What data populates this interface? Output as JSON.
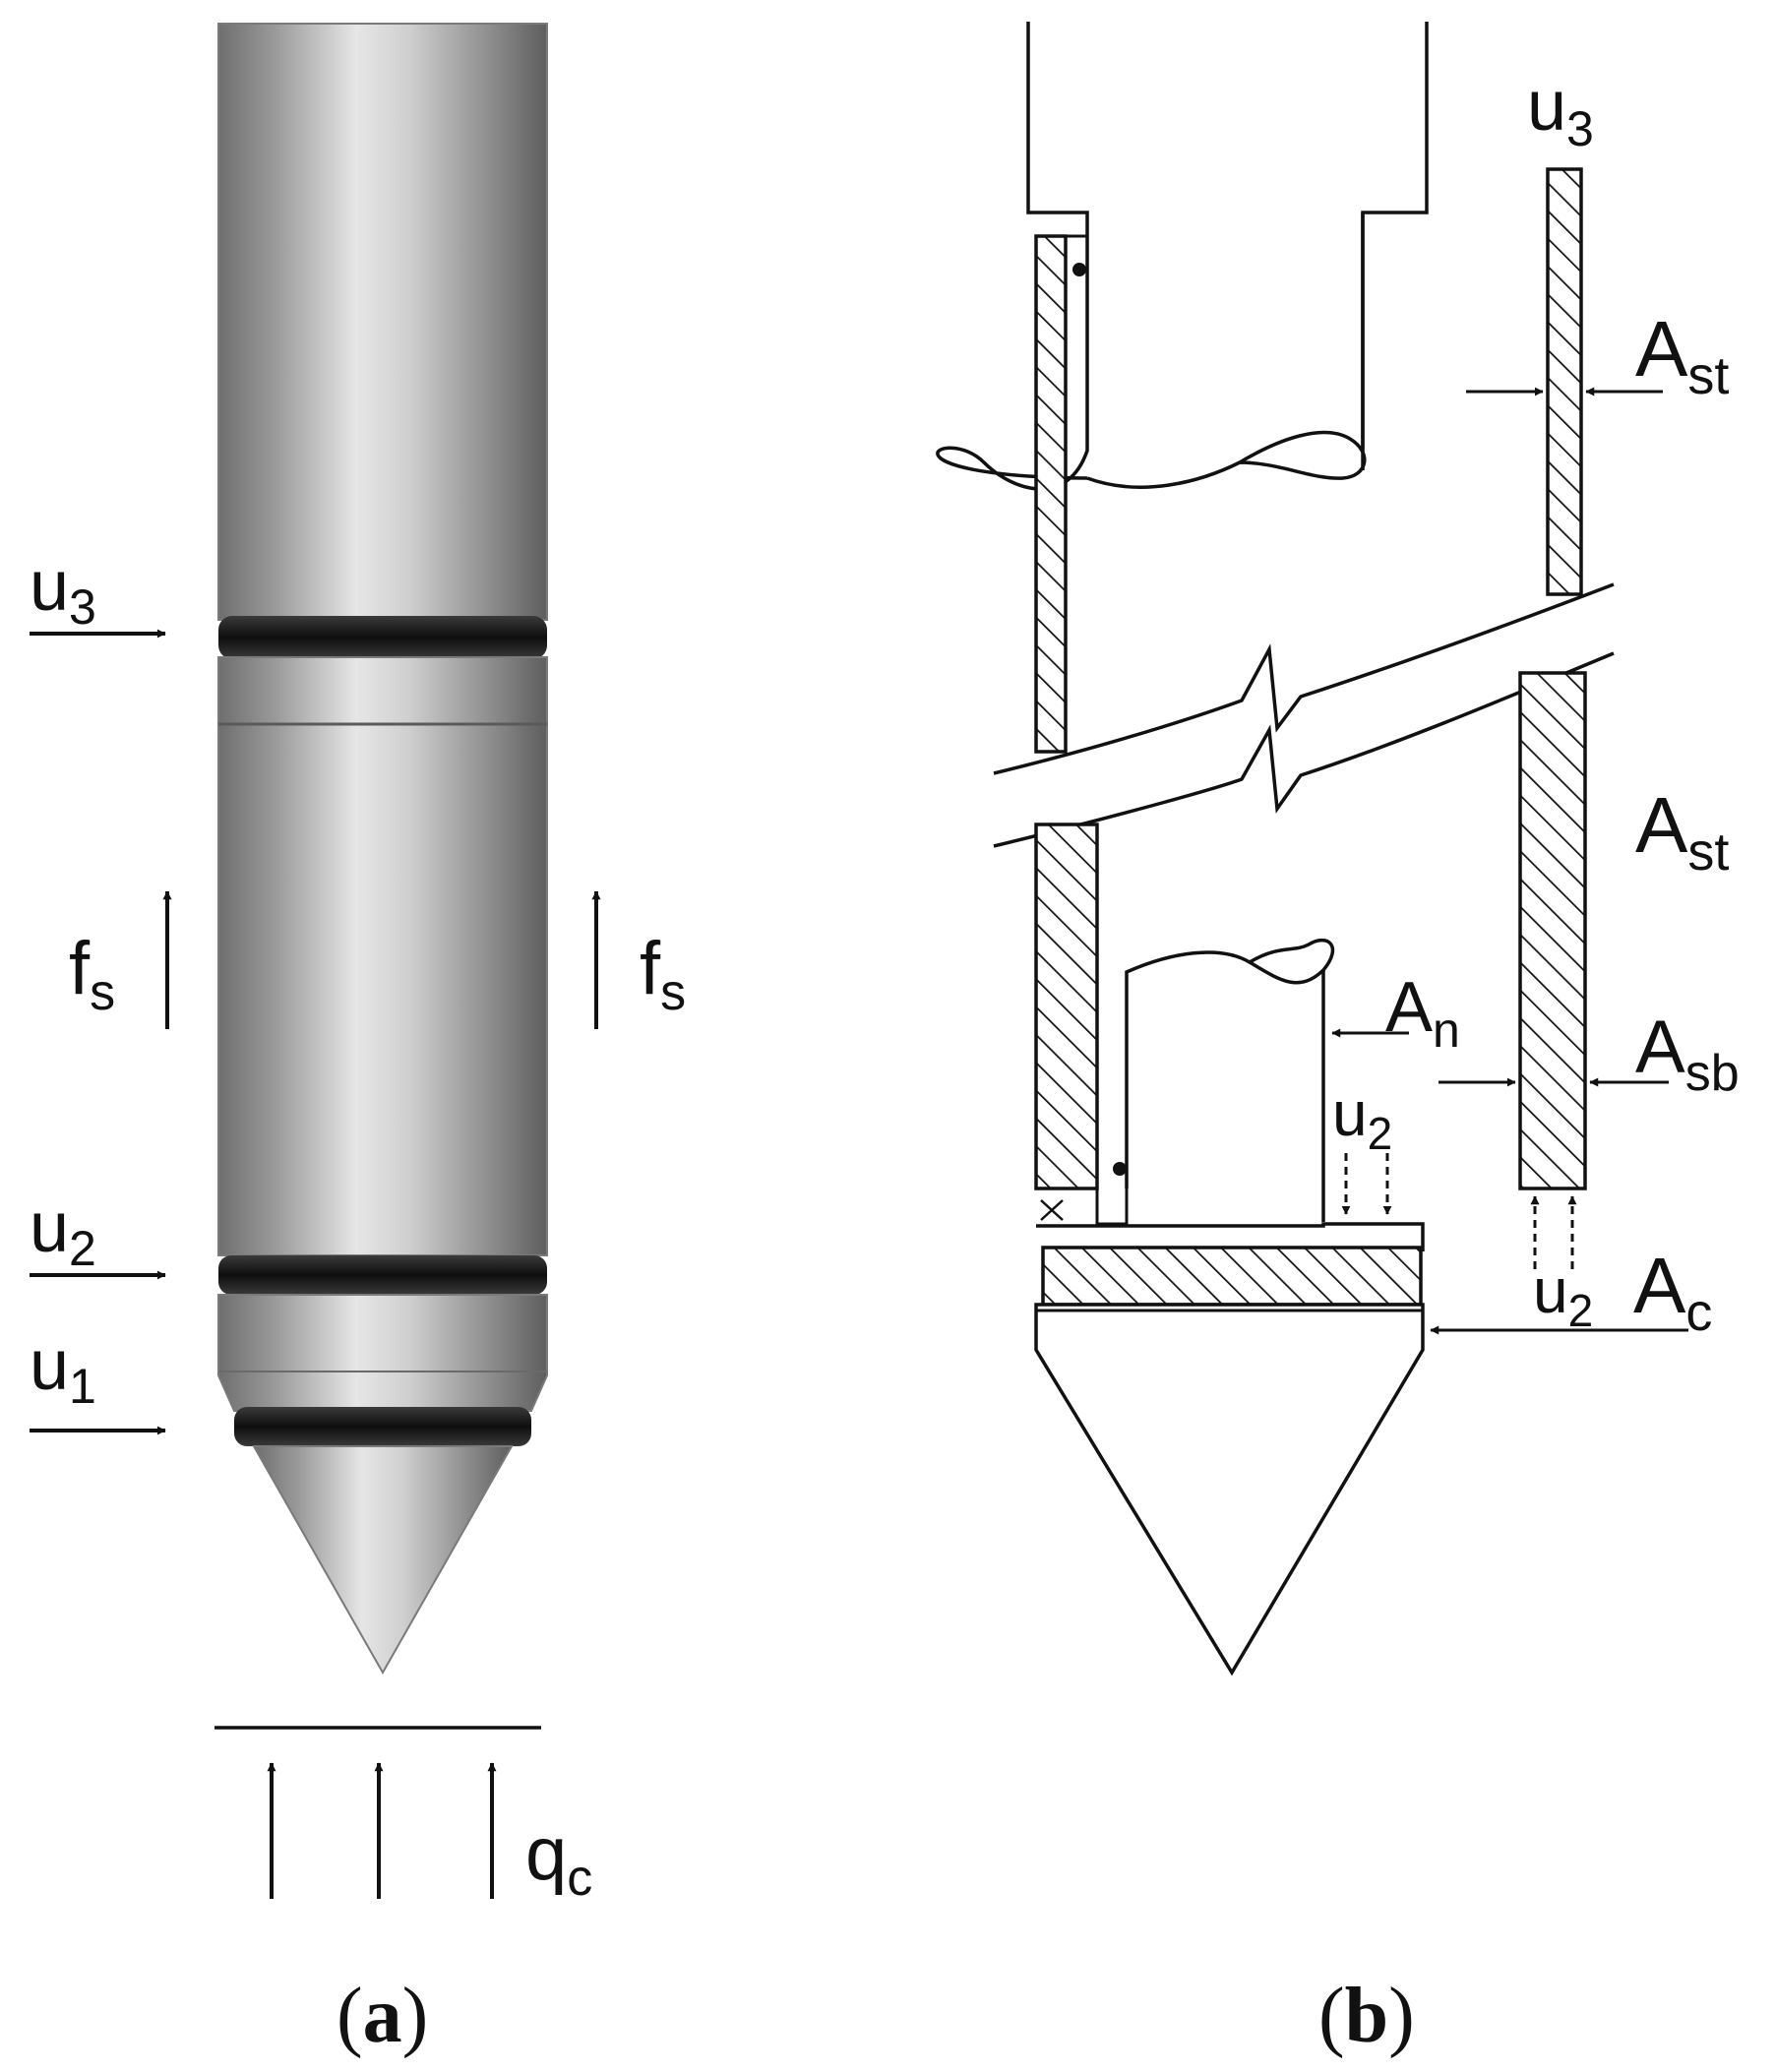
{
  "panel_a": {
    "caption_open": "(",
    "caption_letter": "a",
    "caption_close": ")",
    "labels": {
      "u3": {
        "base": "u",
        "sub": "3"
      },
      "u2": {
        "base": "u",
        "sub": "2"
      },
      "u1": {
        "base": "u",
        "sub": "1"
      },
      "fs_left": {
        "base": "f",
        "sub": "s"
      },
      "fs_right": {
        "base": "f",
        "sub": "s"
      },
      "qc": {
        "base": "q",
        "sub": "c"
      }
    }
  },
  "panel_b": {
    "caption_open": "(",
    "caption_letter": "b",
    "caption_close": ")",
    "labels": {
      "u3": {
        "base": "u",
        "sub": "3"
      },
      "ast_top": {
        "base": "A",
        "sub": "st"
      },
      "ast_mid": {
        "base": "A",
        "sub": "st"
      },
      "an": {
        "base": "A",
        "sub": "n"
      },
      "asb": {
        "base": "A",
        "sub": "sb"
      },
      "u2_upper": {
        "base": "u",
        "sub": "2"
      },
      "u2_lower": {
        "base": "u",
        "sub": "2"
      },
      "ac": {
        "base": "A",
        "sub": "c"
      }
    }
  },
  "colors": {
    "ink": "#111111",
    "steel_dark": "#6e6e6e",
    "steel_light": "#e4e4e4",
    "seal_ring": "#151515"
  }
}
